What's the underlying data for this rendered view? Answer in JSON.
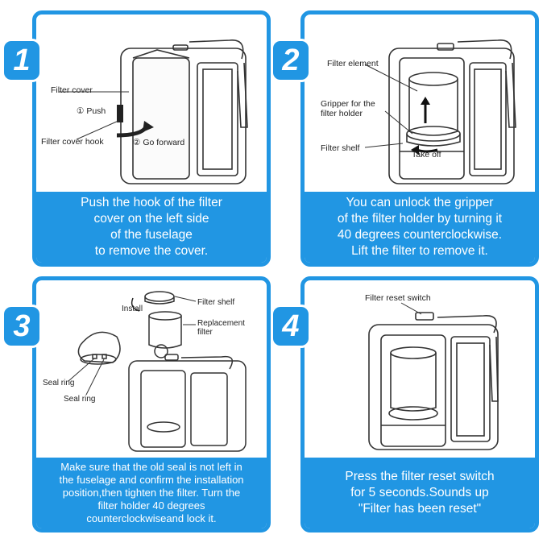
{
  "steps": [
    {
      "number": "1",
      "caption": "Push the hook of the filter\ncover on the left side\nof the fuselage\nto remove the cover.",
      "labels": {
        "filter_cover": "Filter cover",
        "push": "① Push",
        "filter_cover_hook": "Filter cover hook",
        "go_forward": "② Go forward"
      }
    },
    {
      "number": "2",
      "caption": "You can unlock the gripper\nof the filter holder by turning it\n40 degrees counterclockwise.\nLift the filter to remove it.",
      "labels": {
        "filter_element": "Filter element",
        "gripper": "Gripper for the\nfilter holder",
        "filter_shelf": "Filter shelf",
        "take_off": "Take off"
      }
    },
    {
      "number": "3",
      "caption": "Make sure that the old seal is not left in\nthe fuselage and confirm the installation\nposition,then tighten the filter. Turn the\nfilter holder 40 degrees\ncounterclockwiseand lock it.",
      "labels": {
        "install": "Install",
        "filter_shelf": "Filter shelf",
        "replacement_filter": "Replacement\nfilter",
        "seal_ring_1": "Seal ring",
        "seal_ring_2": "Seal ring"
      }
    },
    {
      "number": "4",
      "caption": "Press the filter reset switch\nfor 5 seconds.Sounds up\n\"Filter has been reset\"",
      "labels": {
        "filter_reset_switch": "Filter reset switch"
      }
    }
  ],
  "colors": {
    "accent": "#2196e3",
    "line": "#333333"
  }
}
